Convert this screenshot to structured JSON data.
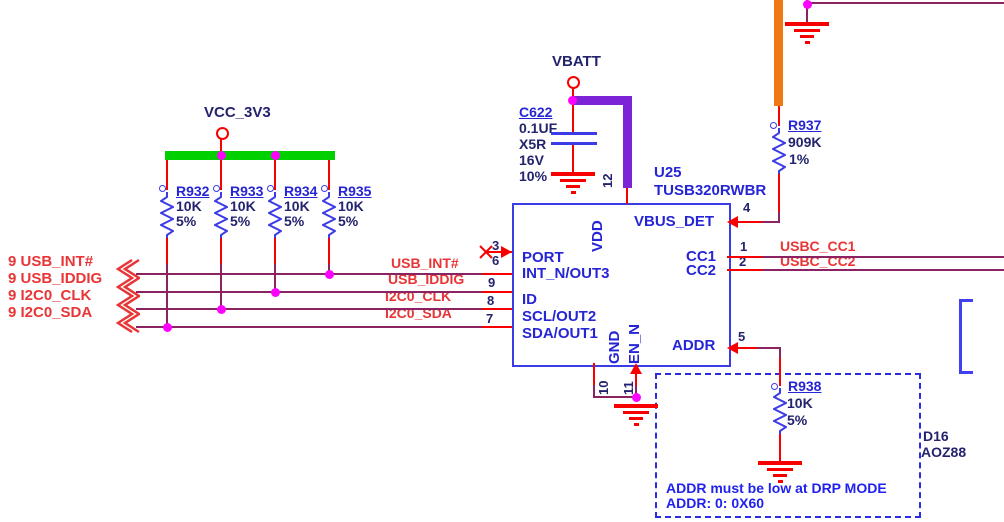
{
  "power_rails": {
    "vcc": "VCC_3V3",
    "vbatt": "VBATT"
  },
  "pullups": [
    {
      "refdes": "R932",
      "value": "10K",
      "tolerance": "5%"
    },
    {
      "refdes": "R933",
      "value": "10K",
      "tolerance": "5%"
    },
    {
      "refdes": "R934",
      "value": "10K",
      "tolerance": "5%"
    },
    {
      "refdes": "R935",
      "value": "10K",
      "tolerance": "5%"
    }
  ],
  "left_nets": [
    {
      "sheet": "9",
      "name": "USB_INT#"
    },
    {
      "sheet": "9",
      "name": "USB_IDDIG"
    },
    {
      "sheet": "9",
      "name": "I2C0_CLK"
    },
    {
      "sheet": "9",
      "name": "I2C0_SDA"
    }
  ],
  "wire_labels": {
    "usb_int": "USB_INT#",
    "usb_iddig": "USB_IDDIG",
    "i2c0_clk": "I2C0_CLK",
    "i2c0_sda": "I2C0_SDA"
  },
  "capacitor": {
    "refdes": "C622",
    "value": "0.1UF",
    "dielectric": "X5R",
    "voltage": "16V",
    "tolerance": "10%"
  },
  "ic": {
    "refdes": "U25",
    "part": "TUSB320RWBR",
    "pins": {
      "port": {
        "num": "3",
        "name": "PORT"
      },
      "int_n": {
        "num": "6",
        "name": "INT_N/OUT3"
      },
      "id": {
        "num": "9",
        "name": "ID"
      },
      "scl": {
        "num": "8",
        "name": "SCL/OUT2"
      },
      "sda": {
        "num": "7",
        "name": "SDA/OUT1"
      },
      "vdd": {
        "num": "12",
        "name": "VDD"
      },
      "vbus_det": {
        "num": "4",
        "name": "VBUS_DET"
      },
      "cc1": {
        "num": "1",
        "name": "CC1"
      },
      "cc2": {
        "num": "2",
        "name": "CC2"
      },
      "gnd": {
        "num": "10",
        "name": "GND"
      },
      "en_n": {
        "num": "11",
        "name": "EN_N"
      },
      "addr": {
        "num": "5",
        "name": "ADDR"
      }
    }
  },
  "r937": {
    "refdes": "R937",
    "value": "909K",
    "tolerance": "1%"
  },
  "r938": {
    "refdes": "R938",
    "value": "10K",
    "tolerance": "5%"
  },
  "right_nets": {
    "cc1": "USBC_CC1",
    "cc2": "USBC_CC2"
  },
  "note": {
    "line1": "ADDR must be low at DRP MODE",
    "line2": "ADDR: 0: 0X60"
  },
  "d16": {
    "refdes": "D16",
    "part": "AOZ88"
  },
  "colors": {
    "wire_purple": "#8B2363",
    "wire_red": "#F80000",
    "power_green": "#00D000",
    "vbatt_violet": "#7D23D7",
    "orange": "#F07814",
    "junction_magenta": "#FF00FF",
    "symbol_blue": "#3C3CE6",
    "refdes_blue": "#2525D6",
    "note_blue": "#2020F0",
    "value_navy": "#23236E",
    "net_label_red": "#E93535"
  }
}
